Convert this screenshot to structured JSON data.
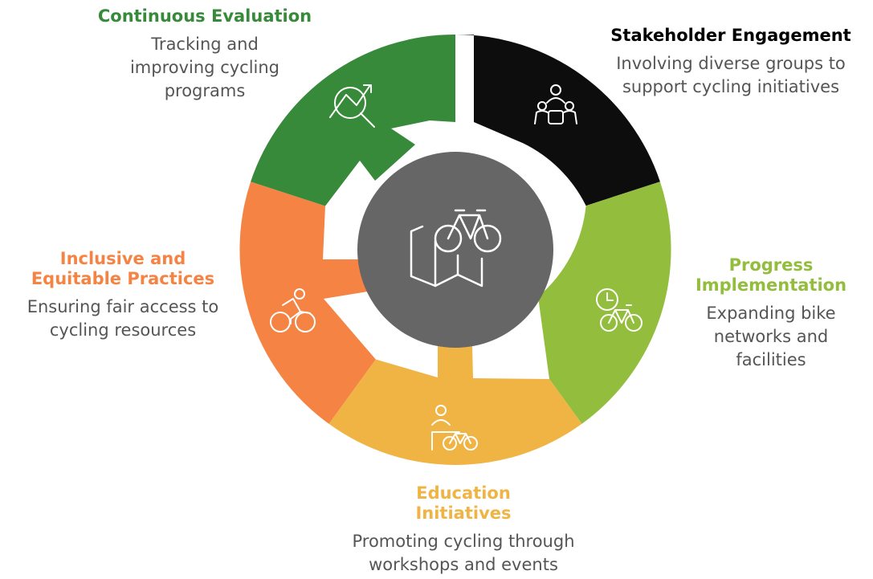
{
  "center": {
    "icon": "bicycle-map-icon",
    "color": "#666666"
  },
  "segments": [
    {
      "id": "stakeholder",
      "title": "Stakeholder Engagement",
      "description": "Involving diverse groups to support cycling initiatives",
      "color": "#0d0d0d",
      "title_color": "#000000",
      "icon": "group-people-icon"
    },
    {
      "id": "progress",
      "title": "Progress Implementation",
      "description": "Expanding bike networks and facilities",
      "color": "#93bd3c",
      "title_color": "#93bd3c",
      "icon": "clock-bicycle-icon"
    },
    {
      "id": "education",
      "title": "Education Initiatives",
      "description": "Promoting cycling through workshops and events",
      "color": "#f0b445",
      "title_color": "#f0b445",
      "icon": "teacher-bicycle-icon"
    },
    {
      "id": "inclusive",
      "title": "Inclusive and Equitable Practices",
      "description": "Ensuring fair access to cycling resources",
      "color": "#f58343",
      "title_color": "#f58343",
      "icon": "cyclist-icon"
    },
    {
      "id": "evaluation",
      "title": "Continuous Evaluation",
      "description": "Tracking and improving cycling programs",
      "color": "#378a3a",
      "title_color": "#378a3a",
      "icon": "chart-magnifier-icon"
    }
  ]
}
